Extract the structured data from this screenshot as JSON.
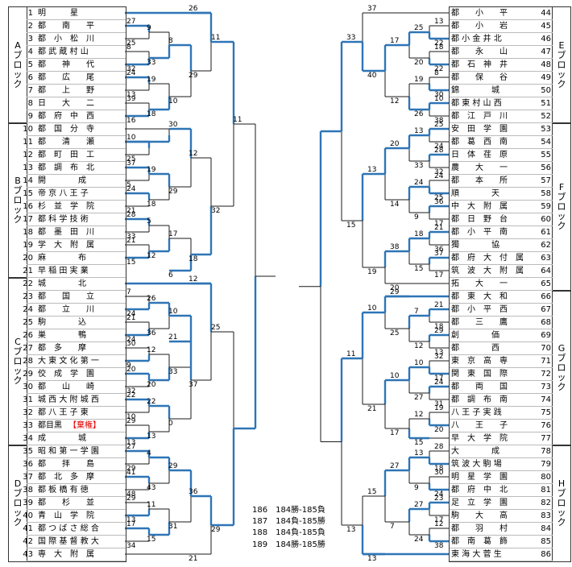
{
  "left_blocks": [
    {
      "label": "Aブロック",
      "first": 0,
      "count": 9
    },
    {
      "label": "Bブロック",
      "first": 9,
      "count": 12
    },
    {
      "label": "Cブロック",
      "first": 21,
      "count": 13
    },
    {
      "label": "Dブロック",
      "first": 34,
      "count": 9
    }
  ],
  "right_blocks": [
    {
      "label": "Eブロック",
      "first": 0,
      "count": 9
    },
    {
      "label": "Fブロック",
      "first": 9,
      "count": 13
    },
    {
      "label": "Gブロック",
      "first": 22,
      "count": 12
    },
    {
      "label": "Hブロック",
      "first": 34,
      "count": 9
    }
  ],
  "left_teams": [
    {
      "num": "1",
      "name": "明　　　星"
    },
    {
      "num": "2",
      "name": "都　　南　　平"
    },
    {
      "num": "3",
      "name": "都　小　松　川"
    },
    {
      "num": "4",
      "name": "都 武 蔵 村 山"
    },
    {
      "num": "5",
      "name": "都　　神　　代"
    },
    {
      "num": "6",
      "name": "都　　広　　尾"
    },
    {
      "num": "7",
      "name": "都　　上　　野"
    },
    {
      "num": "8",
      "name": "日　　大　　二"
    },
    {
      "num": "9",
      "name": "都　府　中　西"
    },
    {
      "num": "10",
      "name": "都　国　分　寺"
    },
    {
      "num": "11",
      "name": "都　　清　　瀬"
    },
    {
      "num": "12",
      "name": "都　町　田　工"
    },
    {
      "num": "13",
      "name": "都　調　布　北"
    },
    {
      "num": "14",
      "name": "開　　　　成"
    },
    {
      "num": "15",
      "name": "帝 京 八 王 子"
    },
    {
      "num": "16",
      "name": "杉　並　学　院"
    },
    {
      "num": "17",
      "name": "都 科 学 技 術"
    },
    {
      "num": "18",
      "name": "都　墨　田　川"
    },
    {
      "num": "19",
      "name": "学　大　附　属"
    },
    {
      "num": "20",
      "name": "麻　　　　布"
    },
    {
      "num": "21",
      "name": "早 稲 田 実 業"
    },
    {
      "num": "22",
      "name": "城　　　　北"
    },
    {
      "num": "23",
      "name": "都　　国　　立"
    },
    {
      "num": "24",
      "name": "都　　立　　川"
    },
    {
      "num": "25",
      "name": "駒　　　　込"
    },
    {
      "num": "26",
      "name": "巣　　　　鴨"
    },
    {
      "num": "27",
      "name": "都　多　　摩"
    },
    {
      "num": "28",
      "name": "大 東 文 化 第 一"
    },
    {
      "num": "29",
      "name": "佼　成　学　園"
    },
    {
      "num": "30",
      "name": "都　　山　　崎"
    },
    {
      "num": "31",
      "name": "城 西 大 附 城 西"
    },
    {
      "num": "32",
      "name": "都 八 王 子 東"
    },
    {
      "num": "33",
      "name": "都目黒",
      "extra": "【棄権】"
    },
    {
      "num": "34",
      "name": "成　　　　城"
    },
    {
      "num": "35",
      "name": "昭 和 第 一 学 園"
    },
    {
      "num": "36",
      "name": "都　　拝　　島"
    },
    {
      "num": "37",
      "name": "都　北　多　摩"
    },
    {
      "num": "38",
      "name": "都 板 橋 有 徳"
    },
    {
      "num": "39",
      "name": "都　　杉　　並"
    },
    {
      "num": "40",
      "name": "青　山　学　院"
    },
    {
      "num": "41",
      "name": "都 つ ば さ 総 合"
    },
    {
      "num": "42",
      "name": "国 際 基 督 教 大"
    },
    {
      "num": "43",
      "name": "専　大　附　属"
    }
  ],
  "right_teams": [
    {
      "num": "44",
      "name": "都　　小　　平"
    },
    {
      "num": "45",
      "name": "都　　小　　岩"
    },
    {
      "num": "46",
      "name": "都 小 金 井 北"
    },
    {
      "num": "47",
      "name": "都　　永　　山"
    },
    {
      "num": "48",
      "name": "都　石　神　井"
    },
    {
      "num": "49",
      "name": "都　　保　　谷"
    },
    {
      "num": "50",
      "name": "錦　　　　城"
    },
    {
      "num": "51",
      "name": "都 東 村 山 西"
    },
    {
      "num": "52",
      "name": "都　江　戸　川"
    },
    {
      "num": "53",
      "name": "安　田　学　園"
    },
    {
      "num": "54",
      "name": "都　葛　西　南"
    },
    {
      "num": "55",
      "name": "日　体　荏　原"
    },
    {
      "num": "56",
      "name": "農　　大　　一"
    },
    {
      "num": "57",
      "name": "都　　本　　所"
    },
    {
      "num": "58",
      "name": "順　　　　天"
    },
    {
      "num": "59",
      "name": "中　大　附　属"
    },
    {
      "num": "60",
      "name": "都　日　野　台"
    },
    {
      "num": "61",
      "name": "都　小　平　南"
    },
    {
      "num": "62",
      "name": "獨　　　　協"
    },
    {
      "num": "63",
      "name": "都　府　大　付　属"
    },
    {
      "num": "64",
      "name": "筑　波　大　附　属"
    },
    {
      "num": "65",
      "name": "拓　　大　　一"
    },
    {
      "num": "66",
      "name": "都　東　大　和"
    },
    {
      "num": "67",
      "name": "都　小　平　西"
    },
    {
      "num": "68",
      "name": "都　　三　　鷹"
    },
    {
      "num": "69",
      "name": "創　　　　価"
    },
    {
      "num": "70",
      "name": "都　　　　西"
    },
    {
      "num": "71",
      "name": "東　京　高　専"
    },
    {
      "num": "72",
      "name": "関　東　国　際"
    },
    {
      "num": "73",
      "name": "都　　両　　国"
    },
    {
      "num": "74",
      "name": "都　調　布　南"
    },
    {
      "num": "75",
      "name": "八 王 子 実 践"
    },
    {
      "num": "76",
      "name": "八　　王　　子"
    },
    {
      "num": "77",
      "name": "早　大　学　院"
    },
    {
      "num": "78",
      "name": "大　　　　成"
    },
    {
      "num": "79",
      "name": "筑 波 大 駒 場"
    },
    {
      "num": "80",
      "name": "明　星　学　園"
    },
    {
      "num": "81",
      "name": "都　府　中　北"
    },
    {
      "num": "82",
      "name": "足　立　学　園"
    },
    {
      "num": "83",
      "name": "駒　　大　　高"
    },
    {
      "num": "84",
      "name": "都　　羽　　村"
    },
    {
      "num": "85",
      "name": "都　南　葛　飾"
    },
    {
      "num": "86",
      "name": "東 海 大 菅 生"
    }
  ],
  "notes": [
    "186　184勝-185負",
    "187　184負-185勝",
    "188　184負-185負",
    "189　184勝-185勝"
  ],
  "colors": {
    "win": "#2e75b6",
    "lose": "#1a1a1a"
  },
  "scores": {
    "L": [
      [
        "27",
        ""
      ],
      [
        "25",
        ""
      ],
      [
        "8",
        ""
      ],
      [
        "32",
        ""
      ],
      [
        "9",
        ""
      ],
      [
        "33",
        ""
      ],
      [
        "24",
        ""
      ],
      [
        "13",
        ""
      ],
      [
        "39",
        ""
      ],
      [
        "16",
        ""
      ],
      [
        "19",
        ""
      ],
      [
        "18",
        ""
      ],
      [
        "8",
        ""
      ],
      [
        "10",
        ""
      ],
      [
        "26",
        ""
      ],
      [
        "29",
        ""
      ],
      [
        "10",
        ""
      ],
      [
        "25",
        ""
      ],
      [
        "37",
        ""
      ],
      [
        "5",
        ""
      ],
      [
        "24",
        ""
      ],
      [
        "21",
        ""
      ],
      [
        "19",
        ""
      ],
      [
        "18",
        ""
      ],
      [
        "30",
        ""
      ],
      [
        "29",
        ""
      ],
      [
        "28",
        ""
      ],
      [
        "33",
        ""
      ],
      [
        "21",
        ""
      ],
      [
        "15",
        ""
      ],
      [
        "5",
        ""
      ],
      [
        "12",
        ""
      ],
      [
        "17",
        ""
      ],
      [
        "6",
        ""
      ],
      [
        "12",
        ""
      ],
      [
        "18",
        ""
      ],
      [
        "11",
        ""
      ],
      [
        "32",
        ""
      ],
      [
        "7",
        ""
      ],
      [
        "24",
        ""
      ],
      [
        "21",
        ""
      ],
      [
        "24",
        ""
      ],
      [
        "26",
        ""
      ],
      [
        "36",
        ""
      ],
      [
        "30",
        ""
      ],
      [
        "9",
        ""
      ],
      [
        "20",
        ""
      ],
      [
        "32",
        ""
      ],
      [
        "12",
        ""
      ],
      [
        "20",
        ""
      ],
      [
        "10",
        ""
      ],
      [
        "33",
        ""
      ],
      [
        "22",
        ""
      ],
      [
        "10",
        ""
      ],
      [
        "29",
        ""
      ],
      [
        "13",
        ""
      ],
      [
        "22",
        ""
      ],
      [
        "13",
        ""
      ],
      [
        "21",
        ""
      ],
      [
        "0",
        ""
      ],
      [
        "12",
        ""
      ],
      [
        "37",
        ""
      ],
      [
        "27",
        ""
      ],
      [
        "29",
        ""
      ],
      [
        "41",
        ""
      ],
      [
        "48",
        ""
      ],
      [
        "4",
        ""
      ],
      [
        "43",
        ""
      ],
      [
        "29",
        ""
      ],
      [
        "13",
        ""
      ],
      [
        "17",
        ""
      ],
      [
        "34",
        ""
      ],
      [
        "11",
        ""
      ],
      [
        "15",
        ""
      ],
      [
        "29",
        ""
      ],
      [
        "31",
        ""
      ],
      [
        "36",
        ""
      ],
      [
        "21",
        ""
      ],
      [
        "25",
        ""
      ],
      [
        "29",
        ""
      ],
      [
        "11",
        ""
      ]
    ],
    "R": [
      [
        "13",
        ""
      ],
      [
        "22",
        ""
      ],
      [
        "18",
        ""
      ],
      [
        "22",
        ""
      ],
      [
        "25",
        ""
      ],
      [
        "20",
        ""
      ],
      [
        "8",
        ""
      ],
      [
        "30",
        ""
      ],
      [
        "10",
        ""
      ],
      [
        "38",
        ""
      ],
      [
        "19",
        ""
      ],
      [
        "26",
        ""
      ],
      [
        "17",
        ""
      ],
      [
        "12",
        ""
      ],
      [
        "37",
        ""
      ],
      [
        "40",
        ""
      ],
      [
        "25",
        ""
      ],
      [
        "24",
        ""
      ],
      [
        "28",
        ""
      ],
      [
        "32",
        ""
      ],
      [
        "13",
        ""
      ],
      [
        "33",
        ""
      ],
      [
        "24",
        ""
      ],
      [
        "25",
        ""
      ],
      [
        "36",
        ""
      ],
      [
        "17",
        ""
      ],
      [
        "24",
        ""
      ],
      [
        "9",
        ""
      ],
      [
        "20",
        ""
      ],
      [
        "14",
        ""
      ],
      [
        "21",
        ""
      ],
      [
        "36",
        ""
      ],
      [
        "37",
        ""
      ],
      [
        "17",
        ""
      ],
      [
        "18",
        ""
      ],
      [
        "15",
        ""
      ],
      [
        "38",
        ""
      ],
      [
        "20",
        ""
      ],
      [
        "13",
        ""
      ],
      [
        "19",
        ""
      ],
      [
        "33",
        ""
      ],
      [
        "15",
        ""
      ],
      [
        "21",
        ""
      ],
      [
        "18",
        ""
      ],
      [
        "29",
        ""
      ],
      [
        "13",
        ""
      ],
      [
        "7",
        ""
      ],
      [
        "12",
        ""
      ],
      [
        "29",
        ""
      ],
      [
        "25",
        ""
      ],
      [
        "32",
        ""
      ],
      [
        "17",
        ""
      ],
      [
        "24",
        ""
      ],
      [
        "31",
        ""
      ],
      [
        "10",
        ""
      ],
      [
        "27",
        ""
      ],
      [
        "19",
        ""
      ],
      [
        "20",
        ""
      ],
      [
        "12",
        ""
      ],
      [
        "15",
        ""
      ],
      [
        "10",
        ""
      ],
      [
        "17",
        ""
      ],
      [
        "10",
        ""
      ],
      [
        "21",
        ""
      ],
      [
        "28",
        ""
      ],
      [
        "18",
        ""
      ],
      [
        "30",
        ""
      ],
      [
        "24",
        ""
      ],
      [
        "13",
        ""
      ],
      [
        "9",
        ""
      ],
      [
        "23",
        ""
      ],
      [
        "17",
        ""
      ],
      [
        "12",
        ""
      ],
      [
        "38",
        ""
      ],
      [
        "27",
        ""
      ],
      [
        "24",
        ""
      ],
      [
        "27",
        ""
      ],
      [
        "7",
        ""
      ],
      [
        "15",
        ""
      ],
      [
        "13",
        ""
      ],
      [
        "11",
        ""
      ],
      [
        "13",
        ""
      ]
    ]
  }
}
